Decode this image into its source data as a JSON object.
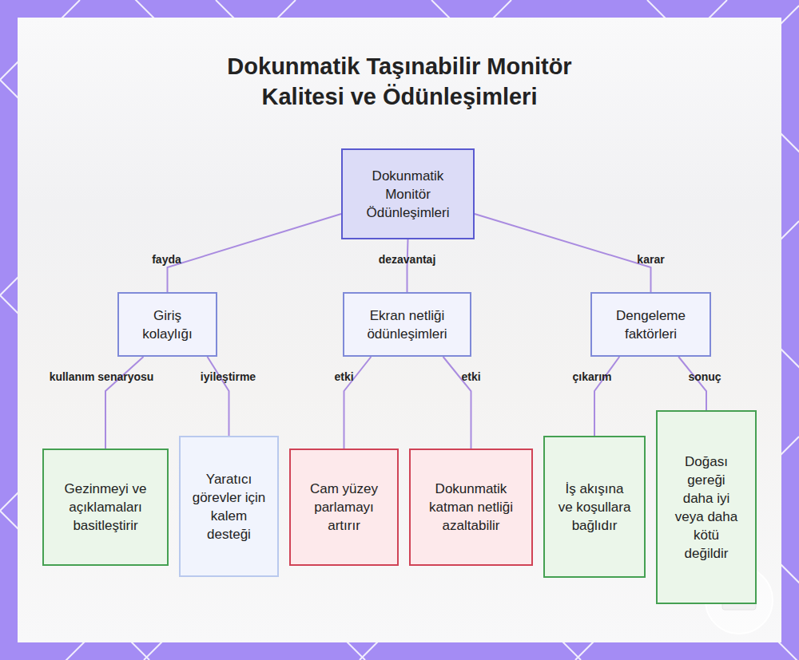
{
  "diagram": {
    "title": "Dokunmatik Taşınabilir Monitör Kalitesi ve Ödünleşimleri",
    "nodes": [
      {
        "text": [
          "Dokunmatik Monitör Ödünleşimleri"
        ]
      },
      {
        "text": [
          "Giriş kolaylığı"
        ]
      },
      {
        "text": [
          "Ekran netliği ödünleşimleri"
        ]
      },
      {
        "text": [
          "Dengeleme faktörleri"
        ]
      },
      {
        "text": [
          "Gezinmeyi ve açıklamaları basitleştirir"
        ]
      },
      {
        "text": [
          "Yaratıcı görevler için kalem desteği"
        ]
      },
      {
        "text": [
          "Cam yüzey parlamayı artırır"
        ]
      },
      {
        "text": [
          "Dokunmatik katman netliği azaltabilir"
        ]
      },
      {
        "text": [
          "İş akışına ve koşullara bağlıdır"
        ]
      },
      {
        "text": [
          "Doğası gereği daha iyi veya daha kötü değildir"
        ]
      }
    ],
    "edges": [
      {
        "from": 0,
        "to": 1,
        "label": "fayda",
        "arrow": "none"
      },
      {
        "from": 0,
        "to": 2,
        "label": "dezavantaj",
        "arrow": "none"
      },
      {
        "from": 0,
        "to": 3,
        "label": "karar",
        "arrow": "none"
      },
      {
        "from": 1,
        "to": 4,
        "label": "kullanım senaryosu",
        "arrow": "none"
      },
      {
        "from": 1,
        "to": 5,
        "label": "iyileştirme",
        "arrow": "none"
      },
      {
        "from": 2,
        "to": 6,
        "label": "etki",
        "arrow": "none"
      },
      {
        "from": 2,
        "to": 7,
        "label": "etki",
        "arrow": "none"
      },
      {
        "from": 3,
        "to": 8,
        "label": "çıkarım",
        "arrow": "none"
      },
      {
        "from": 3,
        "to": 9,
        "label": "sonuç",
        "arrow": "none"
      }
    ]
  }
}
